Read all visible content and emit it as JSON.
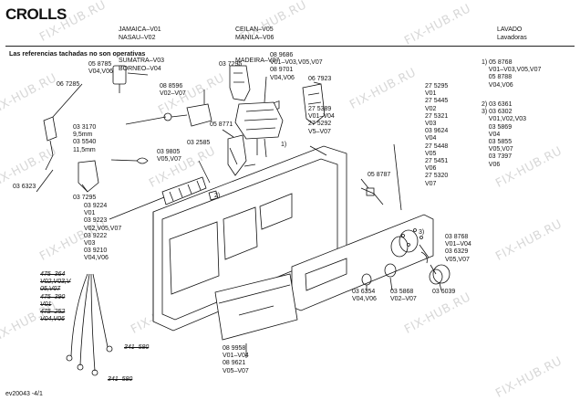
{
  "header": {
    "brand": "CROLLS",
    "models_col1": [
      "JAMAICA–V01",
      "NASAU–V02",
      "SUMATRA–V03",
      "BORNEO–V04"
    ],
    "models_col2": [
      "CEILAN–V05",
      "MANILA–V06",
      "MADEIRA–V07"
    ],
    "category": [
      "LAVADO",
      "Lavadoras"
    ]
  },
  "note": "Las referencias tachadas no son  operativas",
  "watermark": "FIX-HUB.RU",
  "footer": "ev20043 -4/1",
  "labels": {
    "l_058785": "05 8785\nV04,V06",
    "l_067285": "06 7285",
    "l_033170": "03 3170\n9,5mm\n03 5540\n11,5mm",
    "l_036323": "03 6323",
    "l_037295a": "03 7295",
    "l_037295b": "03 7295",
    "l_089686": "08 9686\nV01–V03,V05,V07\n08 9701\nV04,V06",
    "l_067923": "06 7923",
    "l_088596": "08 8596\nV02–V07",
    "l_058771": "05 8771",
    "l_032585": "03 2585",
    "l_039805": "03 9805\nV05,V07",
    "l_275389": "27 5389\nV01–V04\n27 5292\nV5–V07",
    "l_275295": "27 5295\nV01\n27 5445\nV02\n27 5321\nV03\n03 9624\nV04\n27 5448\nV05\n27 5451\nV06\n27 5320\nV07",
    "l_058787": "05 8787",
    "l_039224": "03 9224\nV01\n03 9223\nV02,V05,V07\n03 9222\nV03\n03 9210\nV04,V06",
    "l_038768": "03 8768\nV01–V04\n03 6329\nV05,V07",
    "l_036354": "03 6354\nV04,V06",
    "l_035868": "03 5868\nV02–V07",
    "l_036039": "03 6039",
    "l_089958": "08 9958\nV01–V04\n08 9621\nV05–V07",
    "call1": "1)",
    "call2": "2)",
    "call3": "3)",
    "wire_struck": "475–364\nV02,V03,V\n05,V07\n475–390\nV01\n475–252\nV04,V06",
    "l_341580a": "341–580",
    "l_341580b": "341–580"
  },
  "legend": {
    "g1": "1) 05 8768\n    V01–V03,V05,V07\n    05 8788\n    V04,V06",
    "g2": "2) 03 6361\n3) 03 6302\n    V01,V02,V03\n    03 5869\n    V04\n    03 5855\n    V05,V07\n    03 7397\n    V06"
  }
}
